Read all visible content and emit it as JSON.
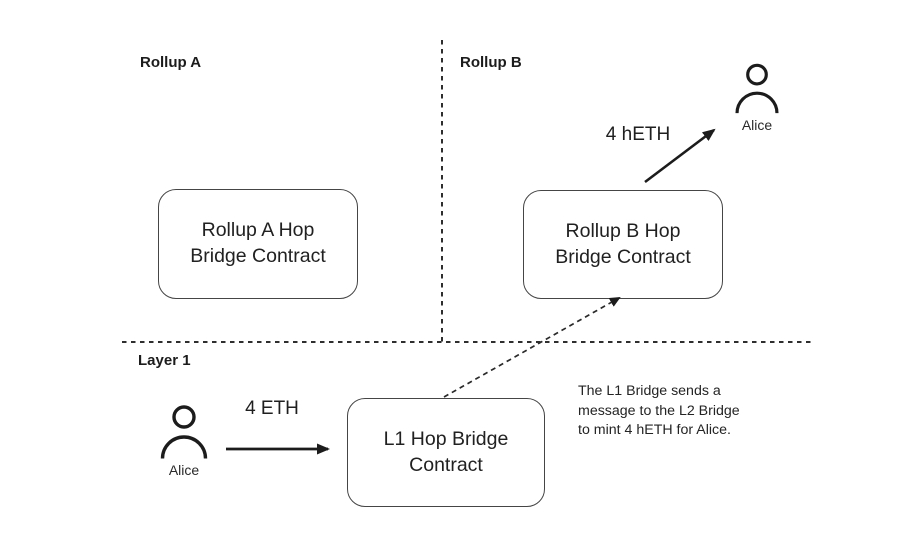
{
  "colors": {
    "ink": "#212121",
    "background": "#ffffff"
  },
  "labels": {
    "rollup_a": "Rollup A",
    "rollup_b": "Rollup B",
    "layer_1": "Layer 1"
  },
  "boxes": {
    "rollup_a_bridge": "Rollup A Hop\nBridge Contract",
    "rollup_b_bridge": "Rollup B Hop\nBridge Contract",
    "l1_bridge": "L1 Hop Bridge\nContract"
  },
  "actors": {
    "alice_rollup_b": "Alice",
    "alice_layer_1": "Alice"
  },
  "flows": {
    "mint_amount": "4 hETH",
    "deposit_amount": "4 ETH"
  },
  "annotation": "The L1 Bridge sends a\nmessage to the L2 Bridge\nto mint 4 hETH for Alice."
}
